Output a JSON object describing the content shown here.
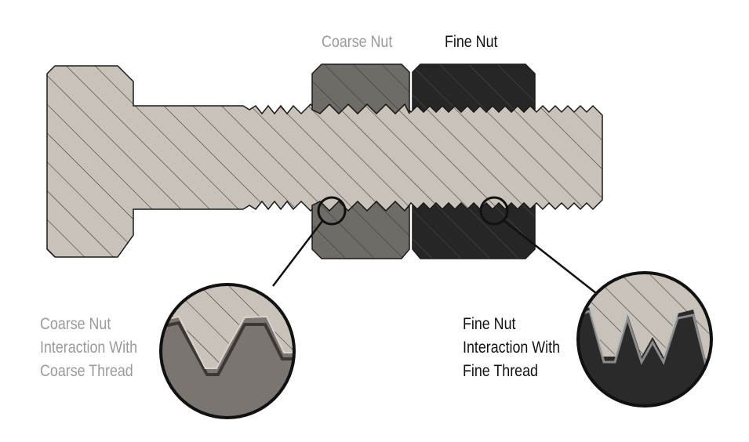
{
  "labels": {
    "coarse_nut": "Coarse Nut",
    "fine_nut": "Fine Nut"
  },
  "callouts": {
    "coarse": [
      "Coarse Nut",
      "Interaction With",
      "Coarse Thread"
    ],
    "fine": [
      "Fine Nut",
      "Interaction With",
      "Fine Thread"
    ]
  },
  "colors": {
    "bolt": "#c9c2b9",
    "coarse_nut": "#6f6b66",
    "fine_nut": "#262626",
    "outline": "#1a1a1a",
    "coarse_text": "#9a9a9a",
    "fine_text": "#111111"
  }
}
